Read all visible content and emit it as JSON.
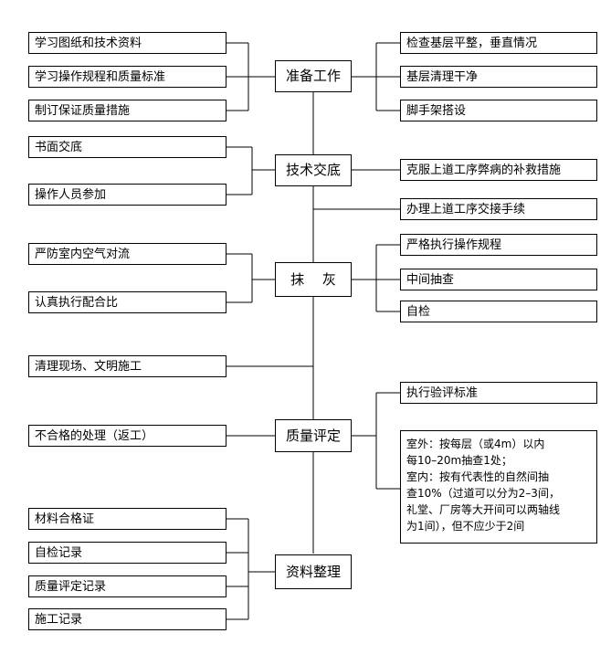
{
  "stages": {
    "prep": "准备工作",
    "tech": "技术交底",
    "plaster": "抹　 灰",
    "quality": "质量评定",
    "docs": "资料整理"
  },
  "prep_left": [
    "学习图纸和技术资料",
    "学习操作规程和质量标准",
    "制订保证质量措施"
  ],
  "prep_right": [
    "检查基层平整，垂直情况",
    "基层清理干净",
    "脚手架搭设"
  ],
  "tech_left": [
    "书面交底",
    "操作人员参加"
  ],
  "tech_right": [
    "克服上道工序弊病的补救措施",
    "办理上道工序交接手续"
  ],
  "plaster_left": [
    "严防室内空气对流",
    "认真执行配合比"
  ],
  "plaster_right": [
    "严格执行操作规程",
    "中间抽查",
    "自检"
  ],
  "clean": "清理现场、文明施工",
  "quality_left": "不合格的处理（返工）",
  "quality_right": "执行验评标准",
  "quality_note": [
    "室外：按每层（或4m）以内",
    "每10–20m抽查1处；",
    "室内：按有代表性的自然间抽",
    "查10%（过道可以分为2–3间，",
    "礼堂、厂房等大开间可以两轴线",
    "为1间），但不应少于2间"
  ],
  "docs_left": [
    "材料合格证",
    "自检记录",
    "质量评定记录",
    "施工记录"
  ]
}
